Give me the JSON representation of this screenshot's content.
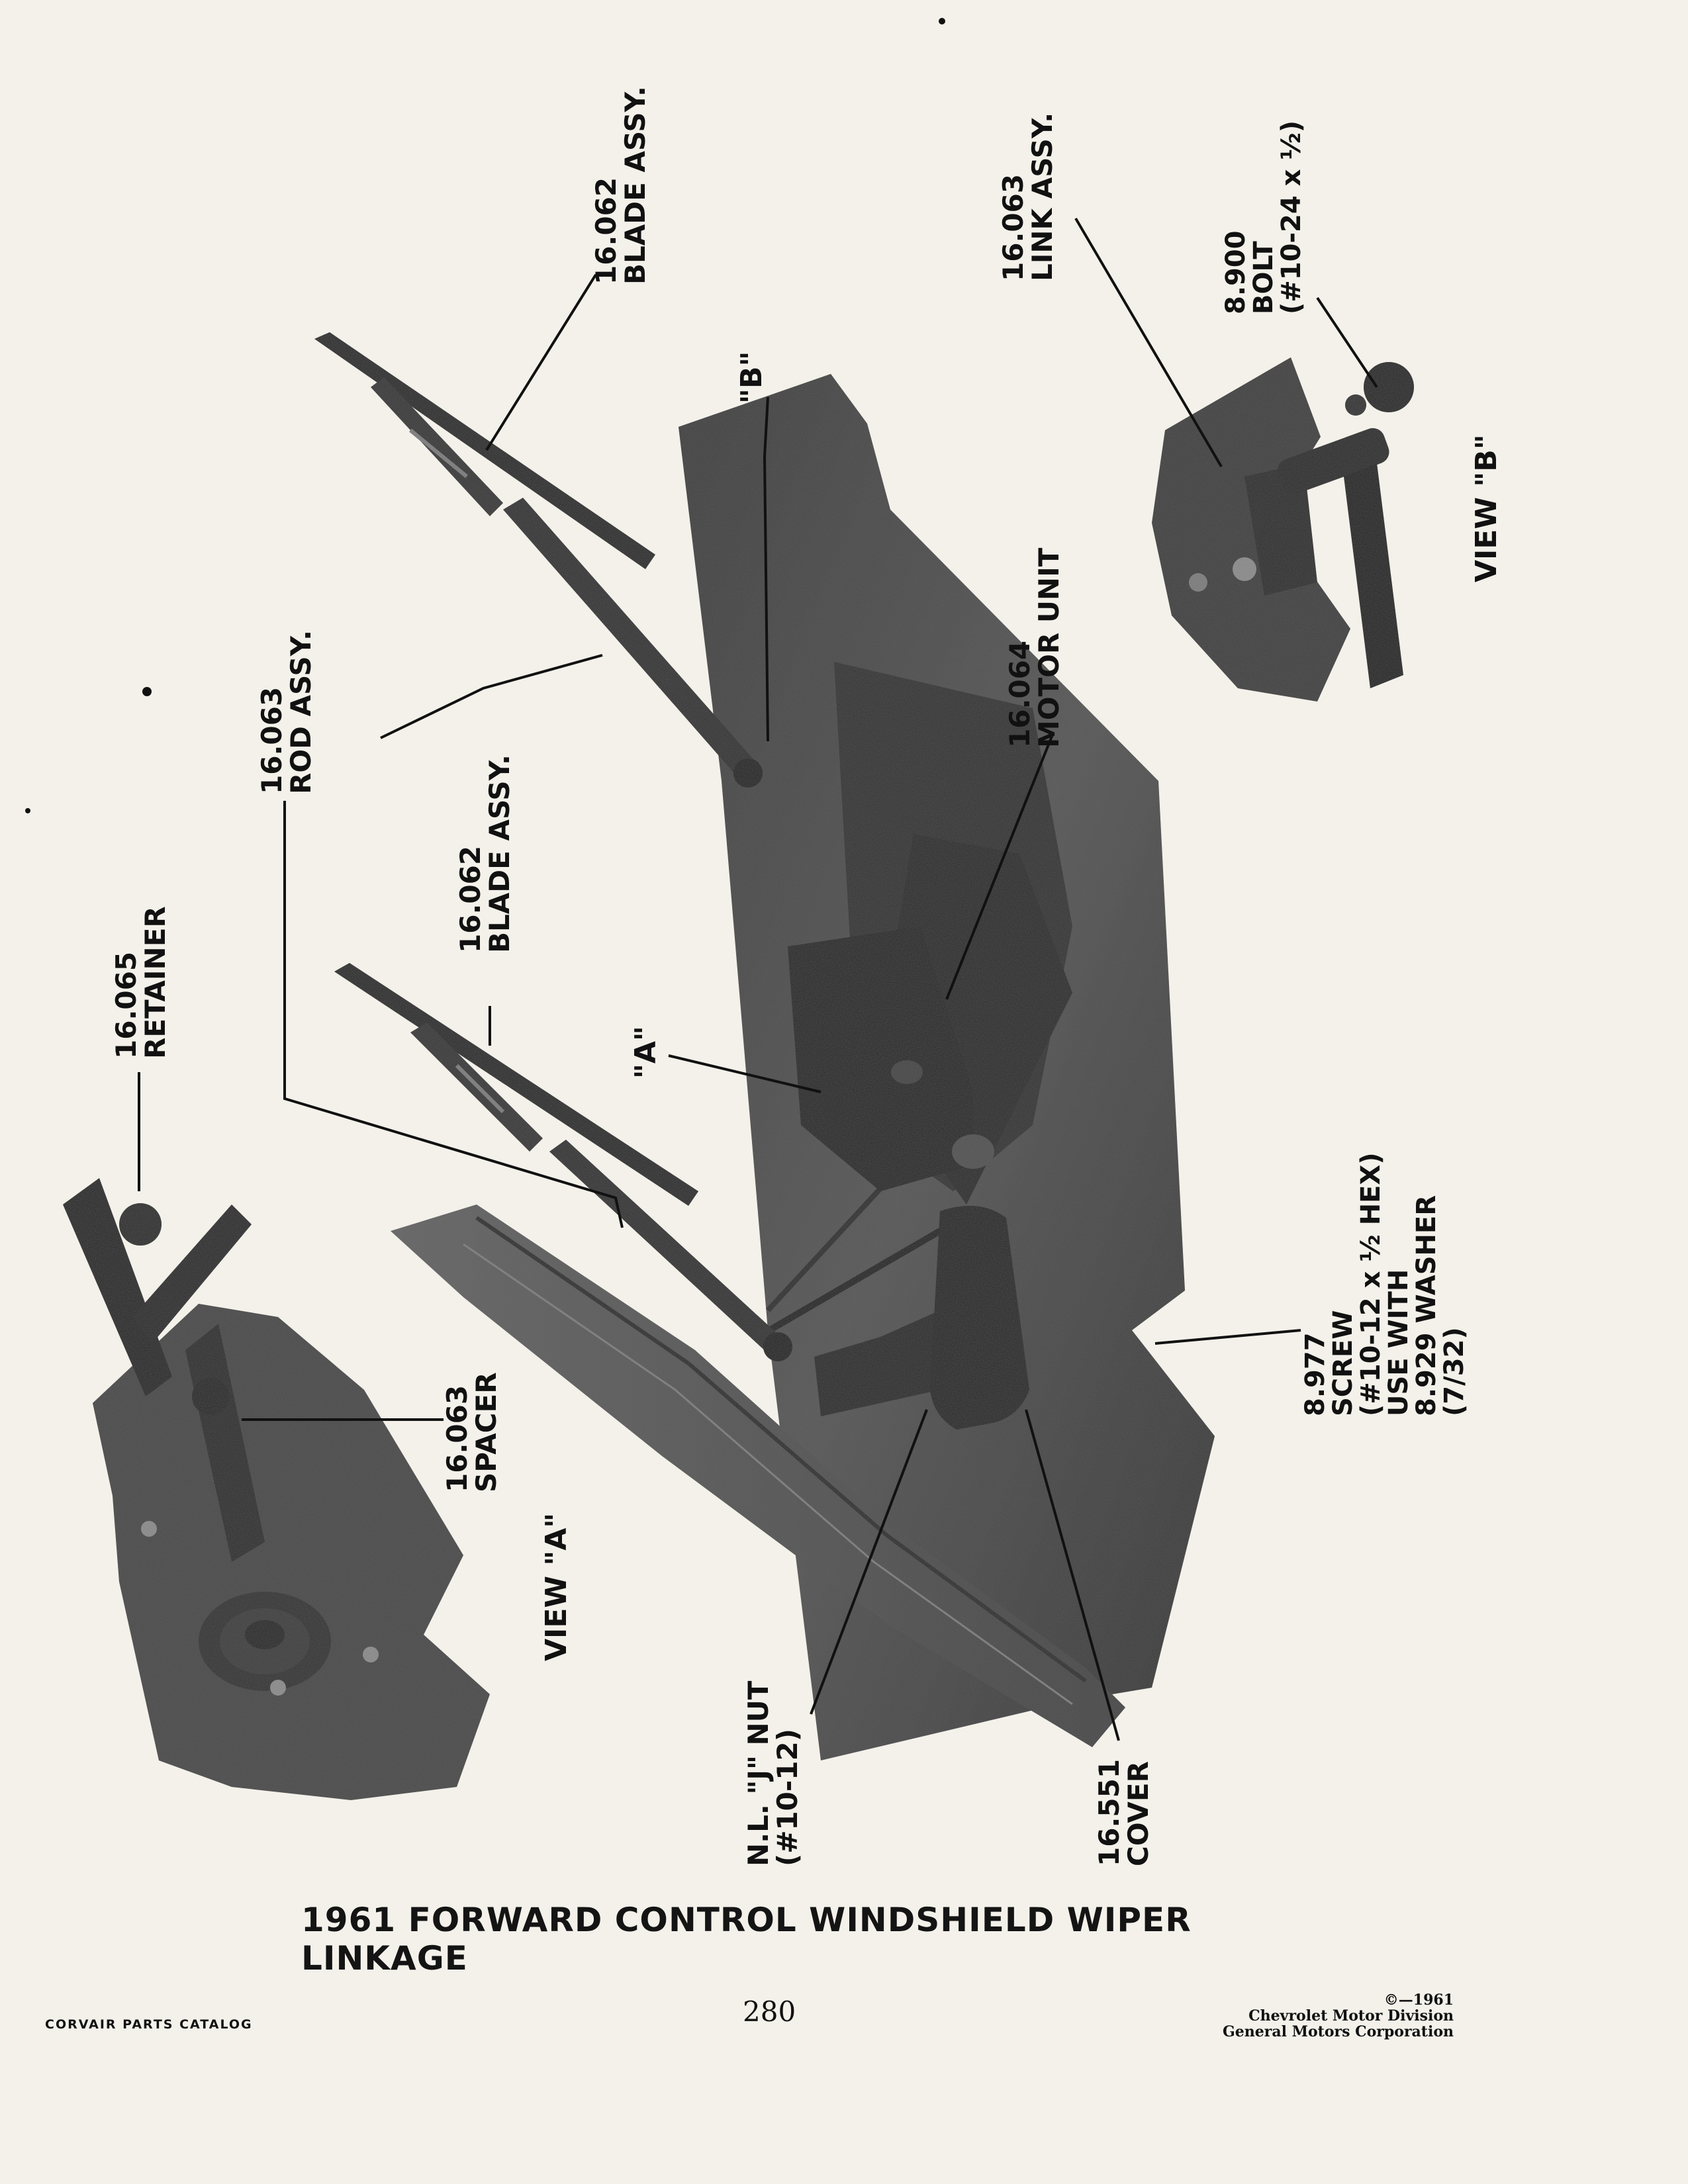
{
  "labels": {
    "blade_assy_b": {
      "num": "16.062",
      "name": "BLADE ASSY."
    },
    "link_assy": {
      "num": "16.063",
      "name": "LINK ASSY."
    },
    "bolt": {
      "num": "8.900",
      "name": "BOLT",
      "spec": "(#10-24 x ½)"
    },
    "marker_b": "\"B\"",
    "view_b": "VIEW \"B\"",
    "rod_assy": {
      "num": "16.063",
      "name": "ROD ASSY."
    },
    "motor_unit": {
      "num": "16.064",
      "name": "MOTOR UNIT"
    },
    "blade_assy_a": {
      "num": "16.062",
      "name": "BLADE ASSY."
    },
    "retainer": {
      "num": "16.065",
      "name": "RETAINER"
    },
    "marker_a": "\"A\"",
    "spacer": {
      "num": "16.063",
      "name": "SPACER"
    },
    "view_a": "VIEW \"A\"",
    "screw": {
      "num": "8.977",
      "name": "SCREW",
      "spec": "(#10-12 x ½ HEX)",
      "use": "USE WITH",
      "washer": "8.929 WASHER",
      "washer_size": "(7/32)"
    },
    "j_nut": {
      "name": "N.L. \"J\" NUT",
      "spec": "(#10-12)"
    },
    "cover": {
      "num": "16.551",
      "name": "COVER"
    }
  },
  "caption": "1961 FORWARD CONTROL WINDSHIELD WIPER LINKAGE",
  "footer": {
    "catalog": "CORVAIR PARTS CATALOG",
    "page": "280",
    "copyright": "©—1961",
    "division": "Chevrolet Motor Division",
    "corporation": "General Motors Corporation"
  }
}
